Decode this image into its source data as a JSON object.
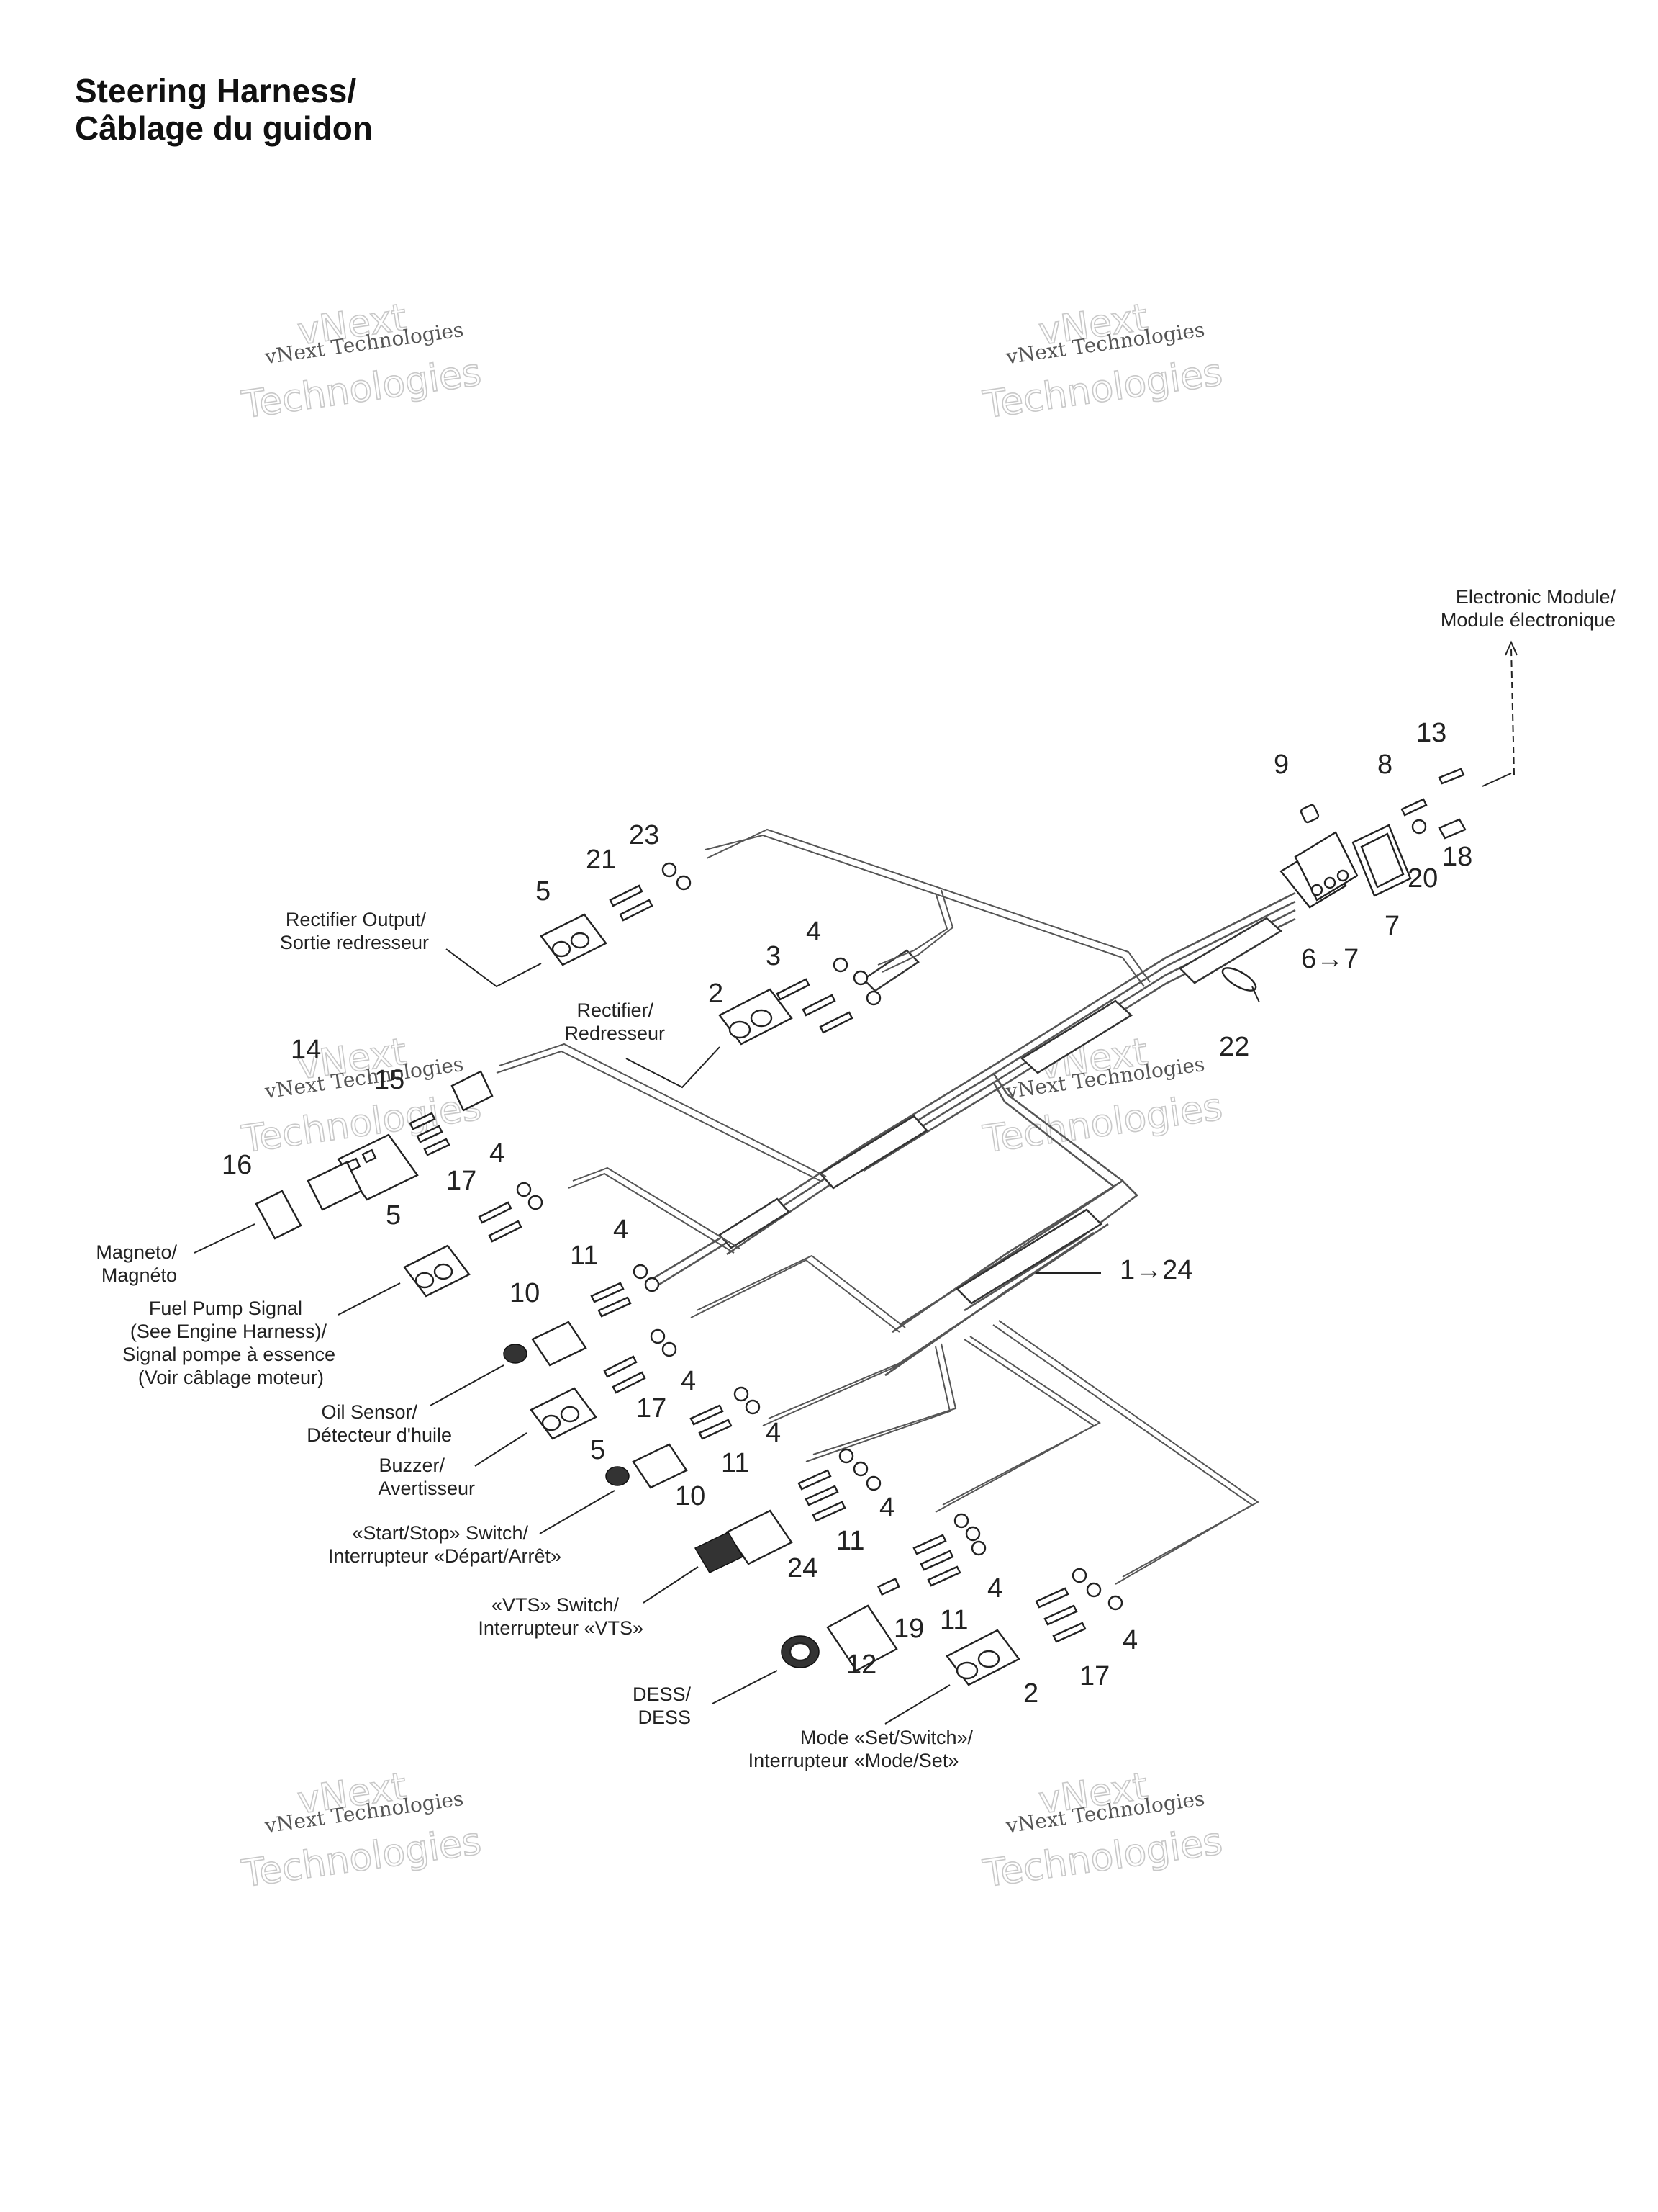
{
  "title": {
    "line1": "Steering Harness/",
    "line2": "Câblage du guidon"
  },
  "watermark": {
    "line_small": "vNext Technologies",
    "line_big_1": "vNext",
    "line_big_2": "Technologies"
  },
  "labels": {
    "electronic_module": [
      "Electronic Module/",
      "Module électronique"
    ],
    "rectifier_output": [
      "Rectifier Output/",
      "Sortie redresseur"
    ],
    "rectifier": [
      "Rectifier/",
      "Redresseur"
    ],
    "magneto": [
      "Magneto/",
      "Magnéto"
    ],
    "fuel_pump": [
      "Fuel Pump Signal",
      "(See Engine Harness)/",
      "Signal pompe à essence",
      "(Voir câblage moteur)"
    ],
    "oil_sensor": [
      "Oil Sensor/",
      "Détecteur d'huile"
    ],
    "buzzer": [
      "Buzzer/",
      "Avertisseur"
    ],
    "start_stop": [
      "«Start/Stop» Switch/",
      "Interrupteur «Départ/Arrêt»"
    ],
    "vts": [
      "«VTS» Switch/",
      "Interrupteur «VTS»"
    ],
    "dess": [
      "DESS/",
      "DESS"
    ],
    "mode_set": [
      "Mode «Set/Switch»/",
      "Interrupteur «Mode/Set»"
    ]
  },
  "callouts": {
    "c1_24": "1→24",
    "c2": "2",
    "c3": "3",
    "c4": "4",
    "c5": "5",
    "c6_7": "6→7",
    "c7": "7",
    "c8": "8",
    "c9": "9",
    "c10": "10",
    "c11": "11",
    "c12": "12",
    "c13": "13",
    "c14": "14",
    "c15": "15",
    "c16": "16",
    "c17": "17",
    "c18": "18",
    "c19": "19",
    "c20": "20",
    "c21": "21",
    "c22": "22",
    "c23": "23",
    "c24": "24"
  }
}
